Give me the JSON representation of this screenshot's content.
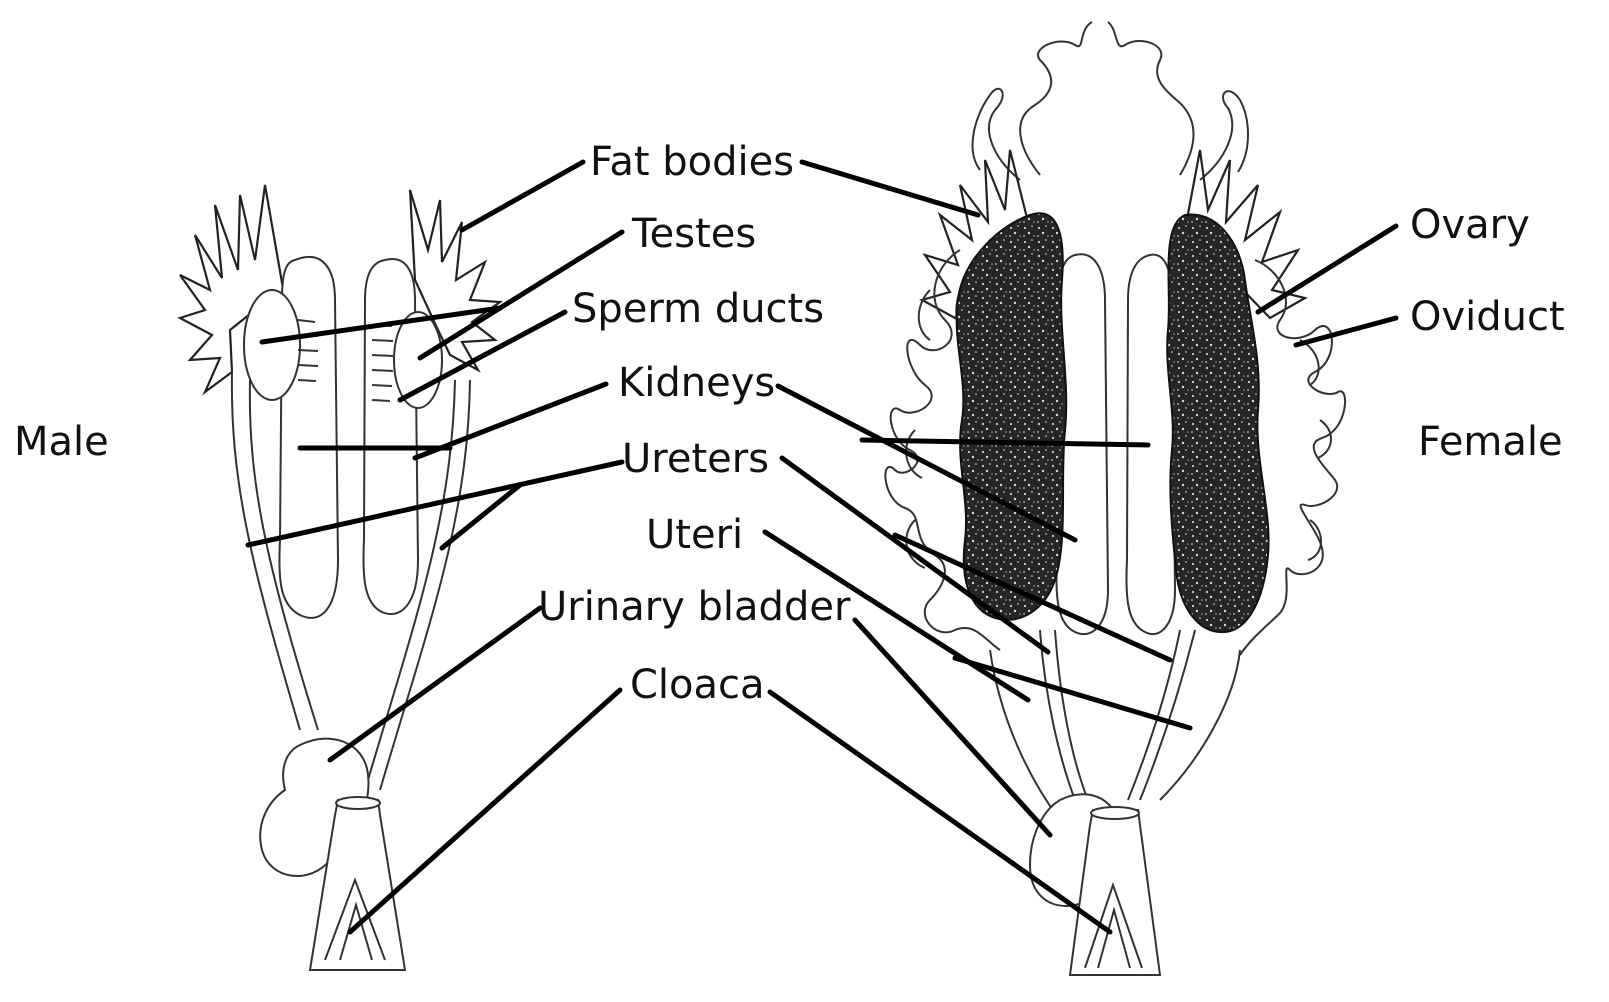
{
  "labels": {
    "male": "Male",
    "female": "Female",
    "fat_bodies": "Fat bodies",
    "testes": "Testes",
    "sperm_ducts": "Sperm ducts",
    "kidneys": "Kidneys",
    "ureters": "Ureters",
    "uteri": "Uteri",
    "urinary_bladder": "Urinary bladder",
    "cloaca": "Cloaca",
    "ovary": "Ovary",
    "oviduct": "Oviduct"
  },
  "colors": {
    "line": "#000000",
    "ovary_fill": "#2a2a2a",
    "background": "#ffffff"
  }
}
